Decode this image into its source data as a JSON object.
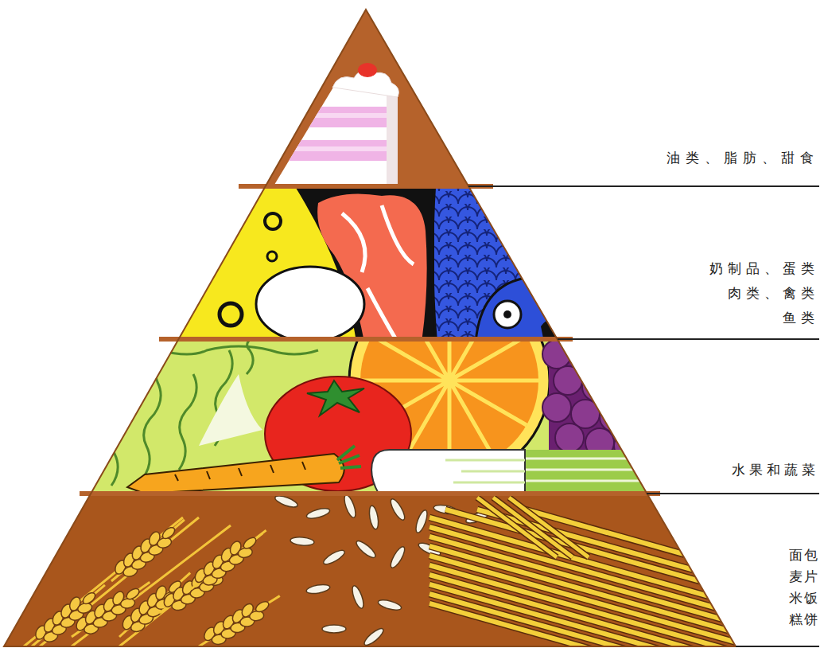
{
  "diagram": {
    "labels": [
      "油类、脂肪、甜食",
      "奶制品、蛋类 肉类、禽类 鱼类",
      "水果和蔬菜",
      "面包 麦片 米饭 糕饼"
    ]
  }
}
